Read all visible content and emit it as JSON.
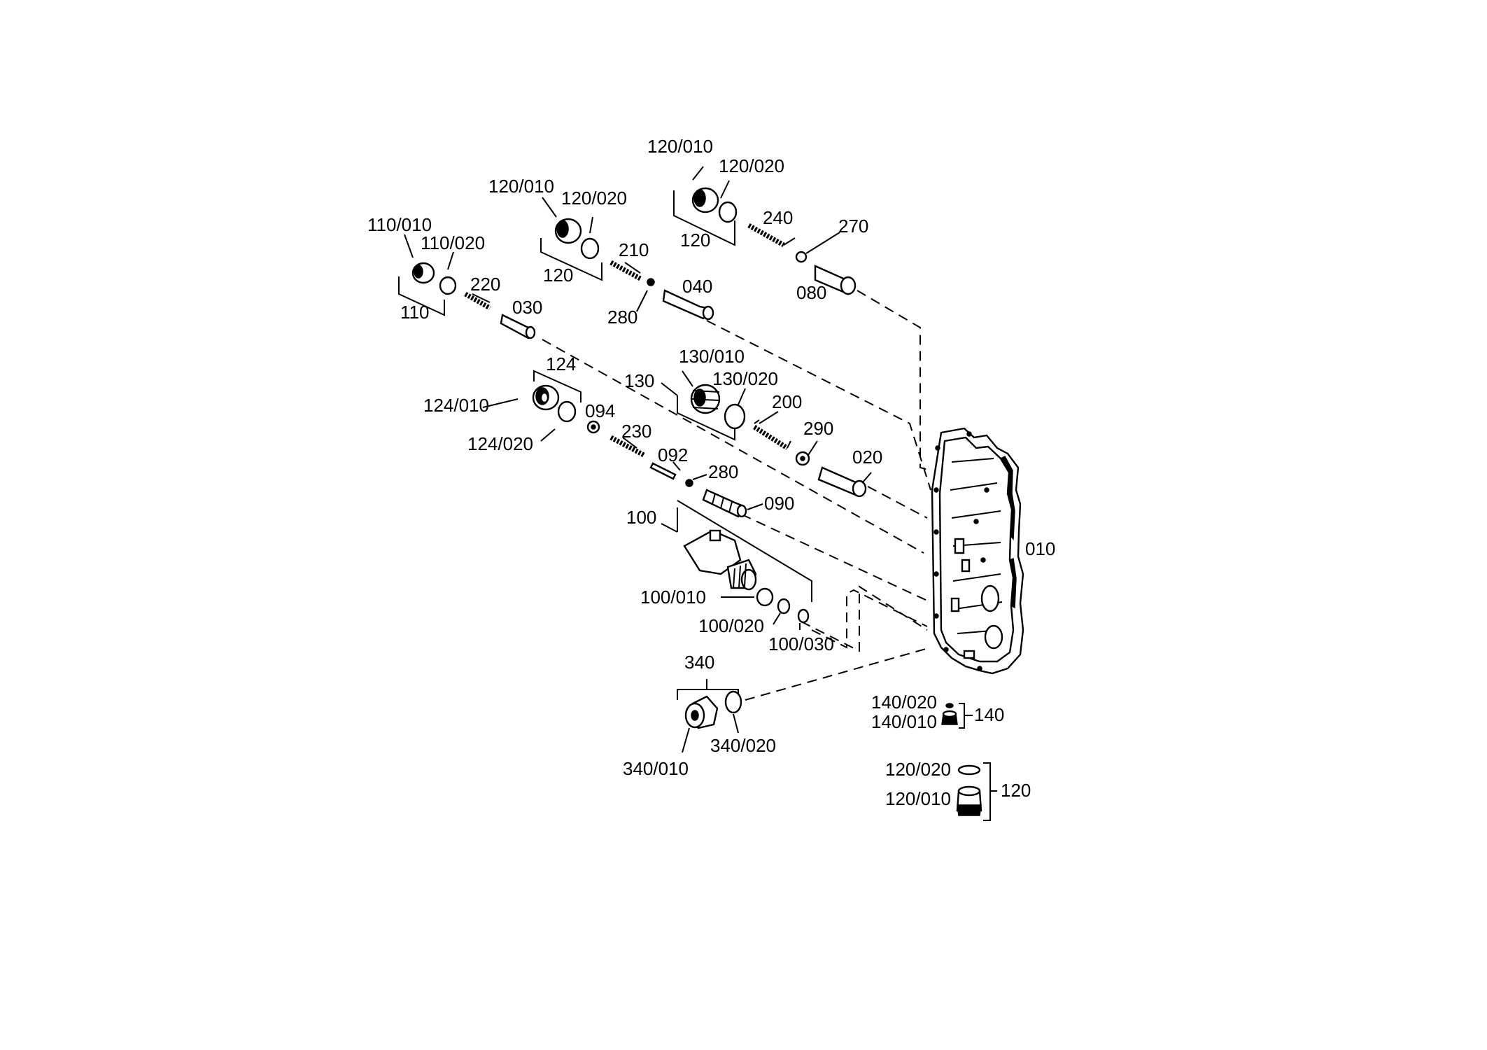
{
  "labels": {
    "p120_010_top": "120/010",
    "p120_020_top": "120/020",
    "p120_top": "120",
    "p240": "240",
    "p270": "270",
    "p080": "080",
    "p120_010_mid": "120/010",
    "p120_020_mid": "120/020",
    "p120_mid": "120",
    "p210": "210",
    "p280_top": "280",
    "p040": "040",
    "p110_010": "110/010",
    "p110_020": "110/020",
    "p110": "110",
    "p220": "220",
    "p030": "030",
    "p124": "124",
    "p124_010": "124/010",
    "p124_020": "124/020",
    "p094": "094",
    "p230": "230",
    "p092": "092",
    "p280_low": "280",
    "p090": "090",
    "p130_010": "130/010",
    "p130": "130",
    "p130_020": "130/020",
    "p200": "200",
    "p290": "290",
    "p020": "020",
    "p010": "010",
    "p100": "100",
    "p100_010": "100/010",
    "p100_020": "100/020",
    "p100_030": "100/030",
    "p340": "340",
    "p340_010": "340/010",
    "p340_020": "340/020",
    "p140_020": "140/020",
    "p140_010": "140/010",
    "p140": "140",
    "p120_020_legend": "120/020",
    "p120_010_legend": "120/010",
    "p120_legend": "120"
  }
}
